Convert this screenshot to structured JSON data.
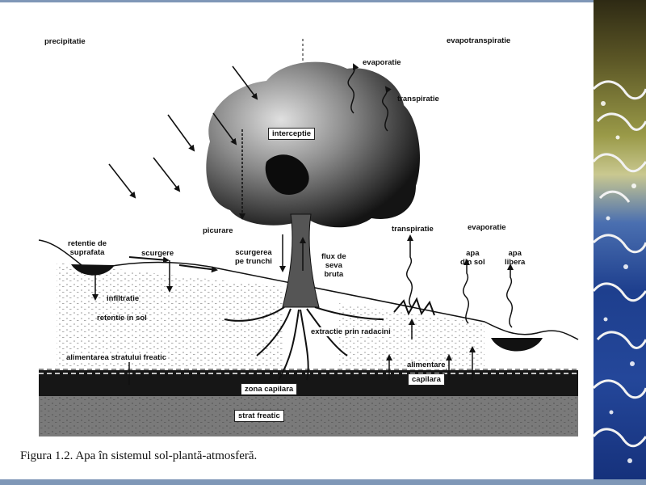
{
  "labels": {
    "precipitatie": "precipitatie",
    "evapotranspiratie": "evapotranspiratie",
    "evaporatie_top": "evaporatie",
    "transpiratie_top": "transpiratie",
    "interceptie": "interceptie",
    "picurare": "picurare",
    "retentie_suprafata": "retentie de\nsuprafata",
    "scurgere": "scurgere",
    "scurgerea_trunchi": "scurgerea\npe trunchi",
    "flux_seva": "flux de\nseva\nbruta",
    "transpiratie_right": "transpiratie",
    "evaporatie_right": "evaporatie",
    "apa_din_sol": "apa\ndin sol",
    "apa_libera": "apa\nlibera",
    "infiltratie": "infiltratie",
    "retentie_sol": "retentie in sol",
    "extractie": "extractie prin radacini",
    "alimentare": "alimentare",
    "capilara": "capilara",
    "alimentarea_freatic": "alimentarea stratului freatic",
    "zona_capilara": "zona capilara",
    "strat_freatic": "strat freatic"
  },
  "caption": "Figura 1.2.  Apa în sistemul sol-plantă-atmosferă.",
  "colors": {
    "frame_bar": "#7f97b7",
    "ink": "#111111",
    "water_table": "#1a1a1a"
  }
}
